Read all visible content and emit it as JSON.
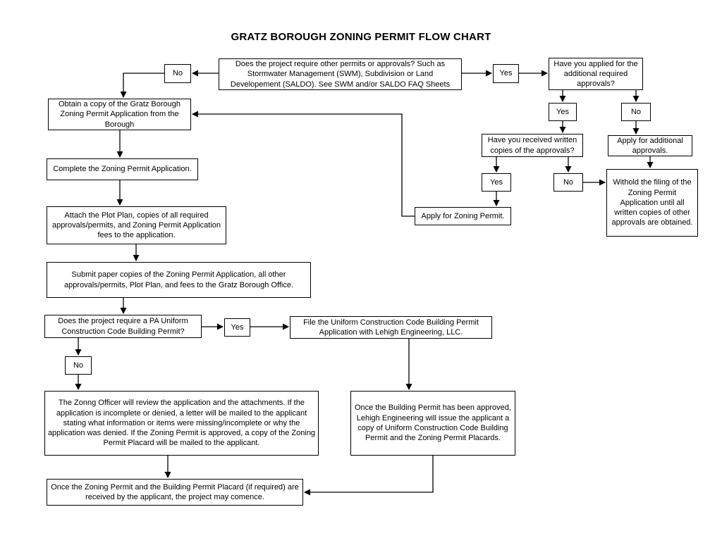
{
  "title": "GRATZ BOROUGH ZONING PERMIT FLOW CHART",
  "nodes": {
    "q_other_permits": "Does the project require other permits or approvals? Such as Stormwater Management (SWM), Subdivision or Land Developement (SALDO). See SWM and/or SALDO FAQ Sheets",
    "no_other_permits": "No",
    "yes_other_permits": "Yes",
    "q_applied_additional": "Have you applied for the additional required approvals?",
    "obtain_application": "Obtain a copy of the Gratz Borough Zoning Permit Application from the Borough",
    "yes_applied": "Yes",
    "no_applied": "No",
    "q_received_written": "Have you received written copies of the approvals?",
    "apply_additional": "Apply for additional approvals.",
    "complete_application": "Complete the Zoning Permit Application.",
    "yes_received": "Yes",
    "no_received": "No",
    "withhold_filing": "Withold the filing of the Zoning Permit Application until all written copies of other approvals are obtained.",
    "apply_zoning_permit": "Apply for Zoning Permit.",
    "attach_plot_plan": "Attach the Plot Plan, copies of all required approvals/permits, and Zoning Permit Application fees to the application.",
    "submit_paper_copies": "Submit paper copies of the Zoning Permit Application, all other approvals/permits, Plot Plan, and fees to the Gratz Borough Office.",
    "q_ucc_permit": "Does the project require a PA Uniform Construction Code Building Permit?",
    "yes_ucc": "Yes",
    "file_ucc": "File the Uniform Construction Code Building Permit Application with Lehigh Engineering, LLC.",
    "no_ucc": "No",
    "zoning_officer_review": "The Zonng Officer will review the application and the attachments. If the application is incomplete or denied, a letter will be mailed to the applicant stating what information or items were missing/incomplete or why the application was denied. If the Zoning Permit is approved, a copy of the Zoning Permit Placard will be mailed to the applicant.",
    "building_permit_approved": "Once the Building Permit has been approved, Lehigh Engineering will issue the applicant a copy of Uniform Construction Code Building Permit and the Zoning Permit Placards.",
    "project_commence": "Once the Zoning Permit and the Building Permit Placard (if required) are received by the applicant, the project may comence."
  }
}
